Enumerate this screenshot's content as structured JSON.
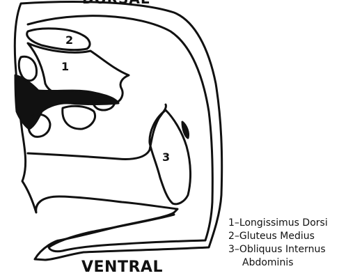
{
  "orientation": {
    "top": "DORSAL",
    "bottom": "VENTRAL"
  },
  "regions": [
    {
      "number": "1"
    },
    {
      "number": "2"
    },
    {
      "number": "3"
    }
  ],
  "legend": [
    {
      "number": "1",
      "text": "Longissimus Dorsi"
    },
    {
      "number": "2",
      "text": "Gluteus Medius"
    },
    {
      "number": "3",
      "text": "Obliquus Internus"
    }
  ],
  "legend_continuation": "Abdominis",
  "colors": {
    "ink": "#111111",
    "background": "#ffffff"
  }
}
